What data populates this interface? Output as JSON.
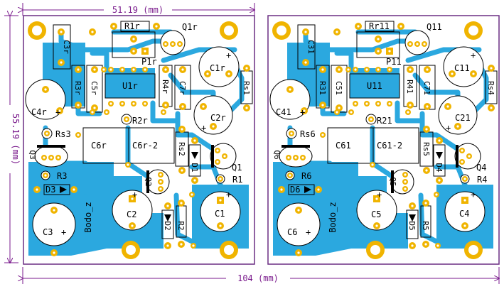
{
  "colors": {
    "copper": "#2ba8df",
    "pad": "#f0b400",
    "board_outline": "#6b2f84",
    "dimension": "#7a1a8c",
    "silkscreen": "#000000",
    "background": "#ffffff"
  },
  "dimensions": {
    "top": "51.19 (mm)",
    "left": "55.19 (mm)",
    "bottom": "104 (mm)"
  },
  "boards": [
    {
      "id": "left",
      "labels": {
        "R1": "R1r",
        "Q1": "Q1r",
        "C3": "C3r",
        "P1": "P1r",
        "C1": "C1r",
        "R3": "R3r",
        "C5": "C5r",
        "U1": "U1r",
        "R4": "R4r",
        "C7": "C7r",
        "Rs1": "Rs1",
        "C4": "C4r",
        "C2": "C2r",
        "R2": "R2r",
        "Rs3": "Rs3",
        "C6": "C6r",
        "C6b": "C6r-2",
        "Rs2": "Rs2",
        "Qa": "Q3",
        "Qb": "Q1",
        "Qc": "Q2",
        "Rb": "R3",
        "Rc": "R1",
        "Da": "D3",
        "Db": "D1",
        "Dc": "D2",
        "Ra": "R2",
        "Cx": "C2",
        "Cy": "C1",
        "Cz": "C3",
        "name": "Bodo_z"
      }
    },
    {
      "id": "right",
      "labels": {
        "R1": "Rr11",
        "Q1": "Q11",
        "C3": "C31",
        "P1": "P11",
        "C1": "C11",
        "R3": "R31",
        "C5": "C51",
        "U1": "U11",
        "R4": "R41",
        "C7": "C71",
        "Rs1": "Rs4",
        "C4": "C41",
        "C2": "C21",
        "R2": "R21",
        "Rs3": "Rs6",
        "C6": "C61",
        "C6b": "C61-2",
        "Rs2": "Rs5",
        "Qa": "Q6",
        "Qb": "Q4",
        "Qc": "Q5",
        "Rb": "R6",
        "Rc": "R4",
        "Da": "D6",
        "Db": "D4",
        "Dc": "D5",
        "Ra": "R5",
        "Cx": "C5",
        "Cy": "C4",
        "Cz": "C6",
        "name": "Bodo_z"
      }
    }
  ]
}
